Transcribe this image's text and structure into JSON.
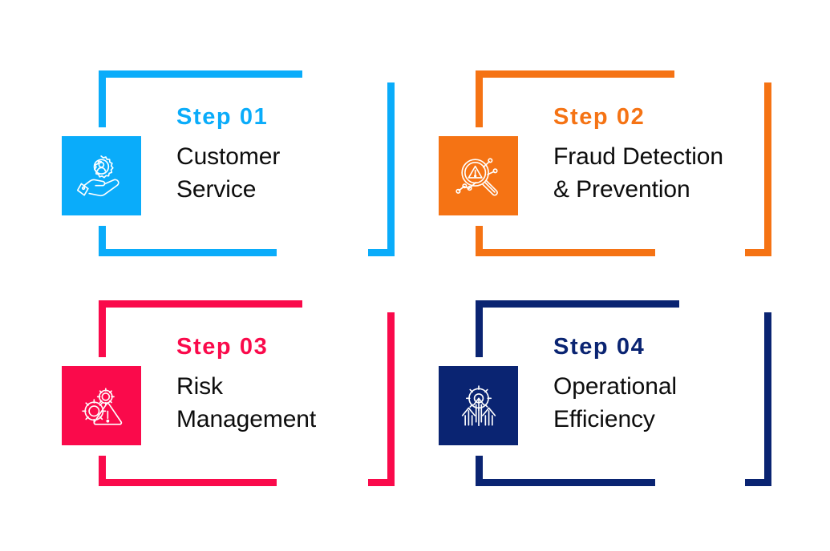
{
  "page": {
    "background_color": "#ffffff",
    "layout": "2x2 step infographic",
    "text_color": "#0d0d0d"
  },
  "steps": [
    {
      "label": "Step 01",
      "title": "Customer Service",
      "color": "#0AACFA",
      "icon": "gear-user-in-hand-icon",
      "position": "top-left"
    },
    {
      "label": "Step 02",
      "title": "Fraud Detection & Prevention",
      "color": "#F57314",
      "icon": "magnifier-warning-chart-icon",
      "position": "top-right"
    },
    {
      "label": "Step 03",
      "title": "Risk Management",
      "color": "#FA0A4B",
      "icon": "gears-warning-triangle-icon",
      "position": "bottom-left"
    },
    {
      "label": "Step 04",
      "title": "Operational Efficiency",
      "color": "#0A2472",
      "icon": "gear-rising-arrows-icon",
      "position": "bottom-right"
    }
  ]
}
